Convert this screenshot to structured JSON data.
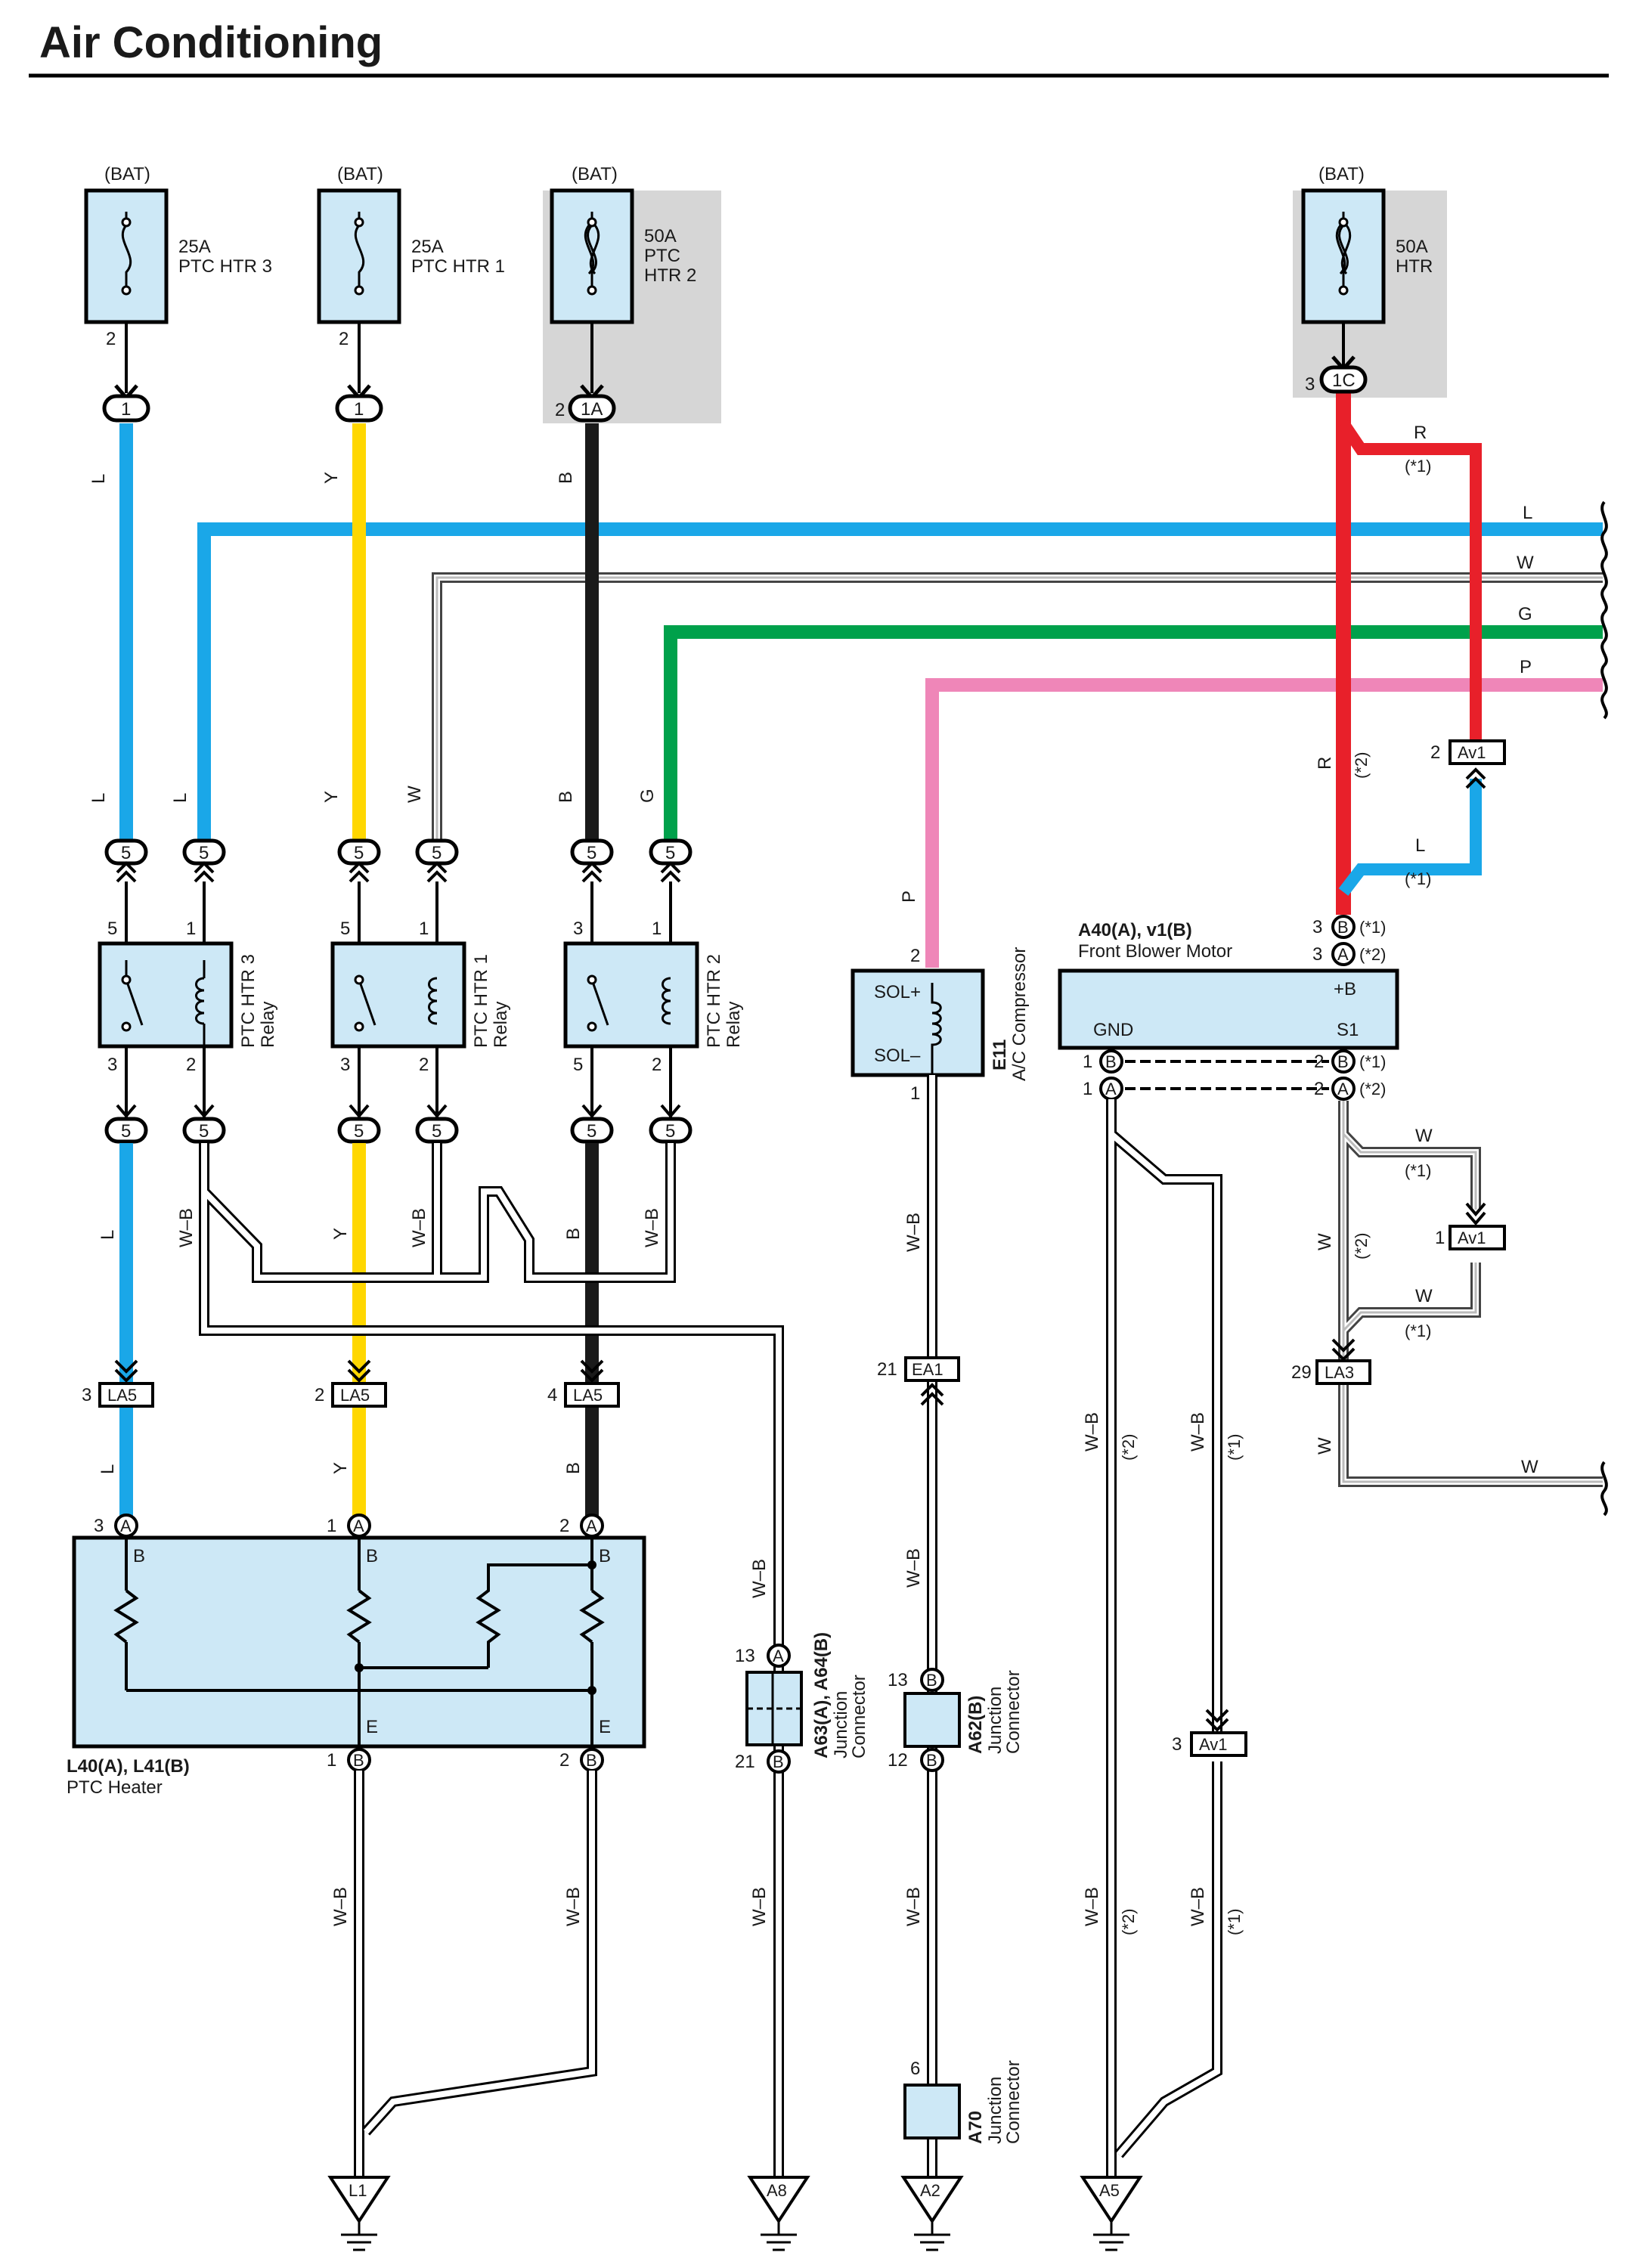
{
  "title": "Air Conditioning",
  "fuses": [
    {
      "source": "(BAT)",
      "rating": "25A",
      "name_lines": [
        "PTC HTR 3"
      ],
      "pin": "2",
      "conn": "1"
    },
    {
      "source": "(BAT)",
      "rating": "25A",
      "name_lines": [
        "PTC HTR 1"
      ],
      "pin": "2",
      "conn": "1"
    },
    {
      "source": "(BAT)",
      "rating": "50A",
      "name_lines": [
        "PTC",
        "HTR 2"
      ],
      "pin": "2",
      "conn": "1A"
    },
    {
      "source": "(BAT)",
      "rating": "50A",
      "name_lines": [
        "HTR"
      ],
      "pin": "3",
      "conn": "1C"
    }
  ],
  "relays": [
    {
      "name": "PTC HTR 3",
      "suffix": "Relay",
      "pins": [
        "5",
        "1",
        "3",
        "2"
      ]
    },
    {
      "name": "PTC HTR 1",
      "suffix": "Relay",
      "pins": [
        "5",
        "1",
        "3",
        "2"
      ]
    },
    {
      "name": "PTC HTR 2",
      "suffix": "Relay",
      "pins": [
        "3",
        "1",
        "5",
        "2"
      ]
    }
  ],
  "junction_5": "5",
  "wire_colors": {
    "L": "L",
    "Y": "Y",
    "B": "B",
    "W": "W",
    "G": "G",
    "P": "P",
    "R": "R",
    "WB": "W–B"
  },
  "notes": {
    "n1": "(*1)",
    "n2": "(*2)"
  },
  "ptc_heater": {
    "code": "L40(A), L41(B)",
    "name": "PTC Heater",
    "pin_b": "B",
    "pin_e": "E",
    "a_pins": [
      "3",
      "1",
      "2"
    ],
    "b_pins": [
      "1",
      "2"
    ],
    "conn_a": "A",
    "conn_b": "B"
  },
  "la5": {
    "label": "LA5",
    "pins": [
      "3",
      "2",
      "4"
    ]
  },
  "compressor": {
    "code": "E11",
    "name": "A/C Compressor",
    "sol_plus": "SOL+",
    "sol_minus": "SOL–",
    "pin_top": "2",
    "pin_bottom": "1"
  },
  "ea1": {
    "label": "EA1",
    "pin": "21"
  },
  "blower": {
    "code": "A40(A), v1(B)",
    "name": "Front Blower Motor",
    "plus_b": "+B",
    "gnd": "GND",
    "s1": "S1",
    "pin3": "3",
    "pin1": "1",
    "pin2": "2",
    "conn_a": "A",
    "conn_b": "B"
  },
  "av1": {
    "label": "Av1",
    "pins": [
      "2",
      "1",
      "3"
    ]
  },
  "la3": {
    "label": "LA3",
    "pin": "29"
  },
  "jc_a63": {
    "code": "A63(A), A64(B)",
    "name_lines": [
      "Junction",
      "Connector"
    ],
    "pin_top": "13",
    "pin_bottom": "21",
    "conn_a": "A",
    "conn_b": "B"
  },
  "jc_a62": {
    "code": "A62(B)",
    "name_lines": [
      "Junction",
      "Connector"
    ],
    "pin_top": "13",
    "pin_bottom": "12",
    "conn": "B"
  },
  "jc_a70": {
    "code": "A70",
    "name_lines": [
      "Junction",
      "Connector"
    ],
    "pin": "6"
  },
  "grounds": [
    "L1",
    "A8",
    "A2",
    "A5"
  ],
  "colors": {
    "L": "#1aa7e8",
    "Y": "#ffd700",
    "B": "#1a1a1a",
    "G": "#00a14b",
    "P": "#ef86b8",
    "R": "#e8202a",
    "box": "#cde8f6",
    "fuse_bg": "#d6d6d6"
  }
}
